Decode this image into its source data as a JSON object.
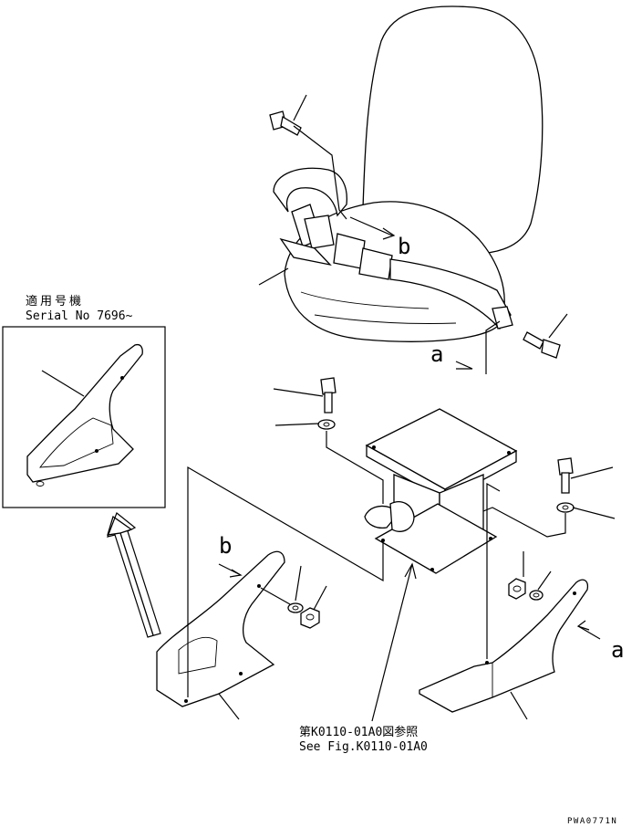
{
  "inset": {
    "label_jp": "適用号機",
    "label_serial": "Serial No 7696~"
  },
  "callouts": {
    "a_upper": "a",
    "b_upper": "b",
    "b_lower": "b",
    "a_lower": "a"
  },
  "reference": {
    "jp": "第K0110-01A0図参照",
    "en": "See Fig.K0110-01A0"
  },
  "code": "PWA0771N"
}
